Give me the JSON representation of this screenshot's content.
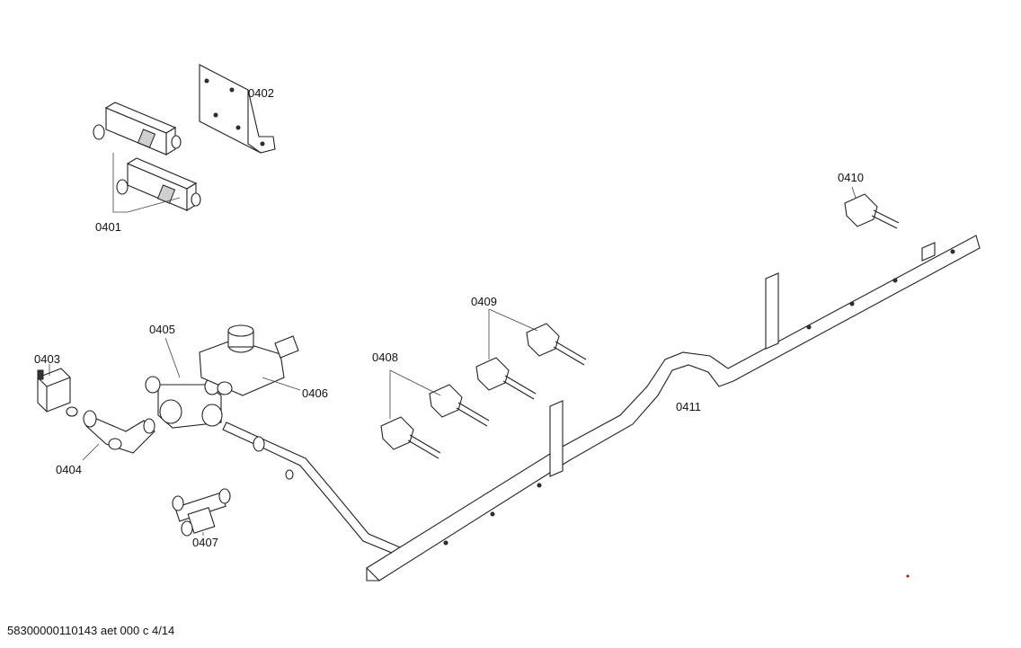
{
  "parts": [
    {
      "id": "0401"
    },
    {
      "id": "0402"
    },
    {
      "id": "0403"
    },
    {
      "id": "0404"
    },
    {
      "id": "0405"
    },
    {
      "id": "0406"
    },
    {
      "id": "0407"
    },
    {
      "id": "0408"
    },
    {
      "id": "0409"
    },
    {
      "id": "0410"
    },
    {
      "id": "0411"
    }
  ],
  "footer": "58300000110143 aet 000 c 4/14",
  "colors": {
    "line": "#222222",
    "background": "#ffffff",
    "marker": "#cc0000"
  }
}
